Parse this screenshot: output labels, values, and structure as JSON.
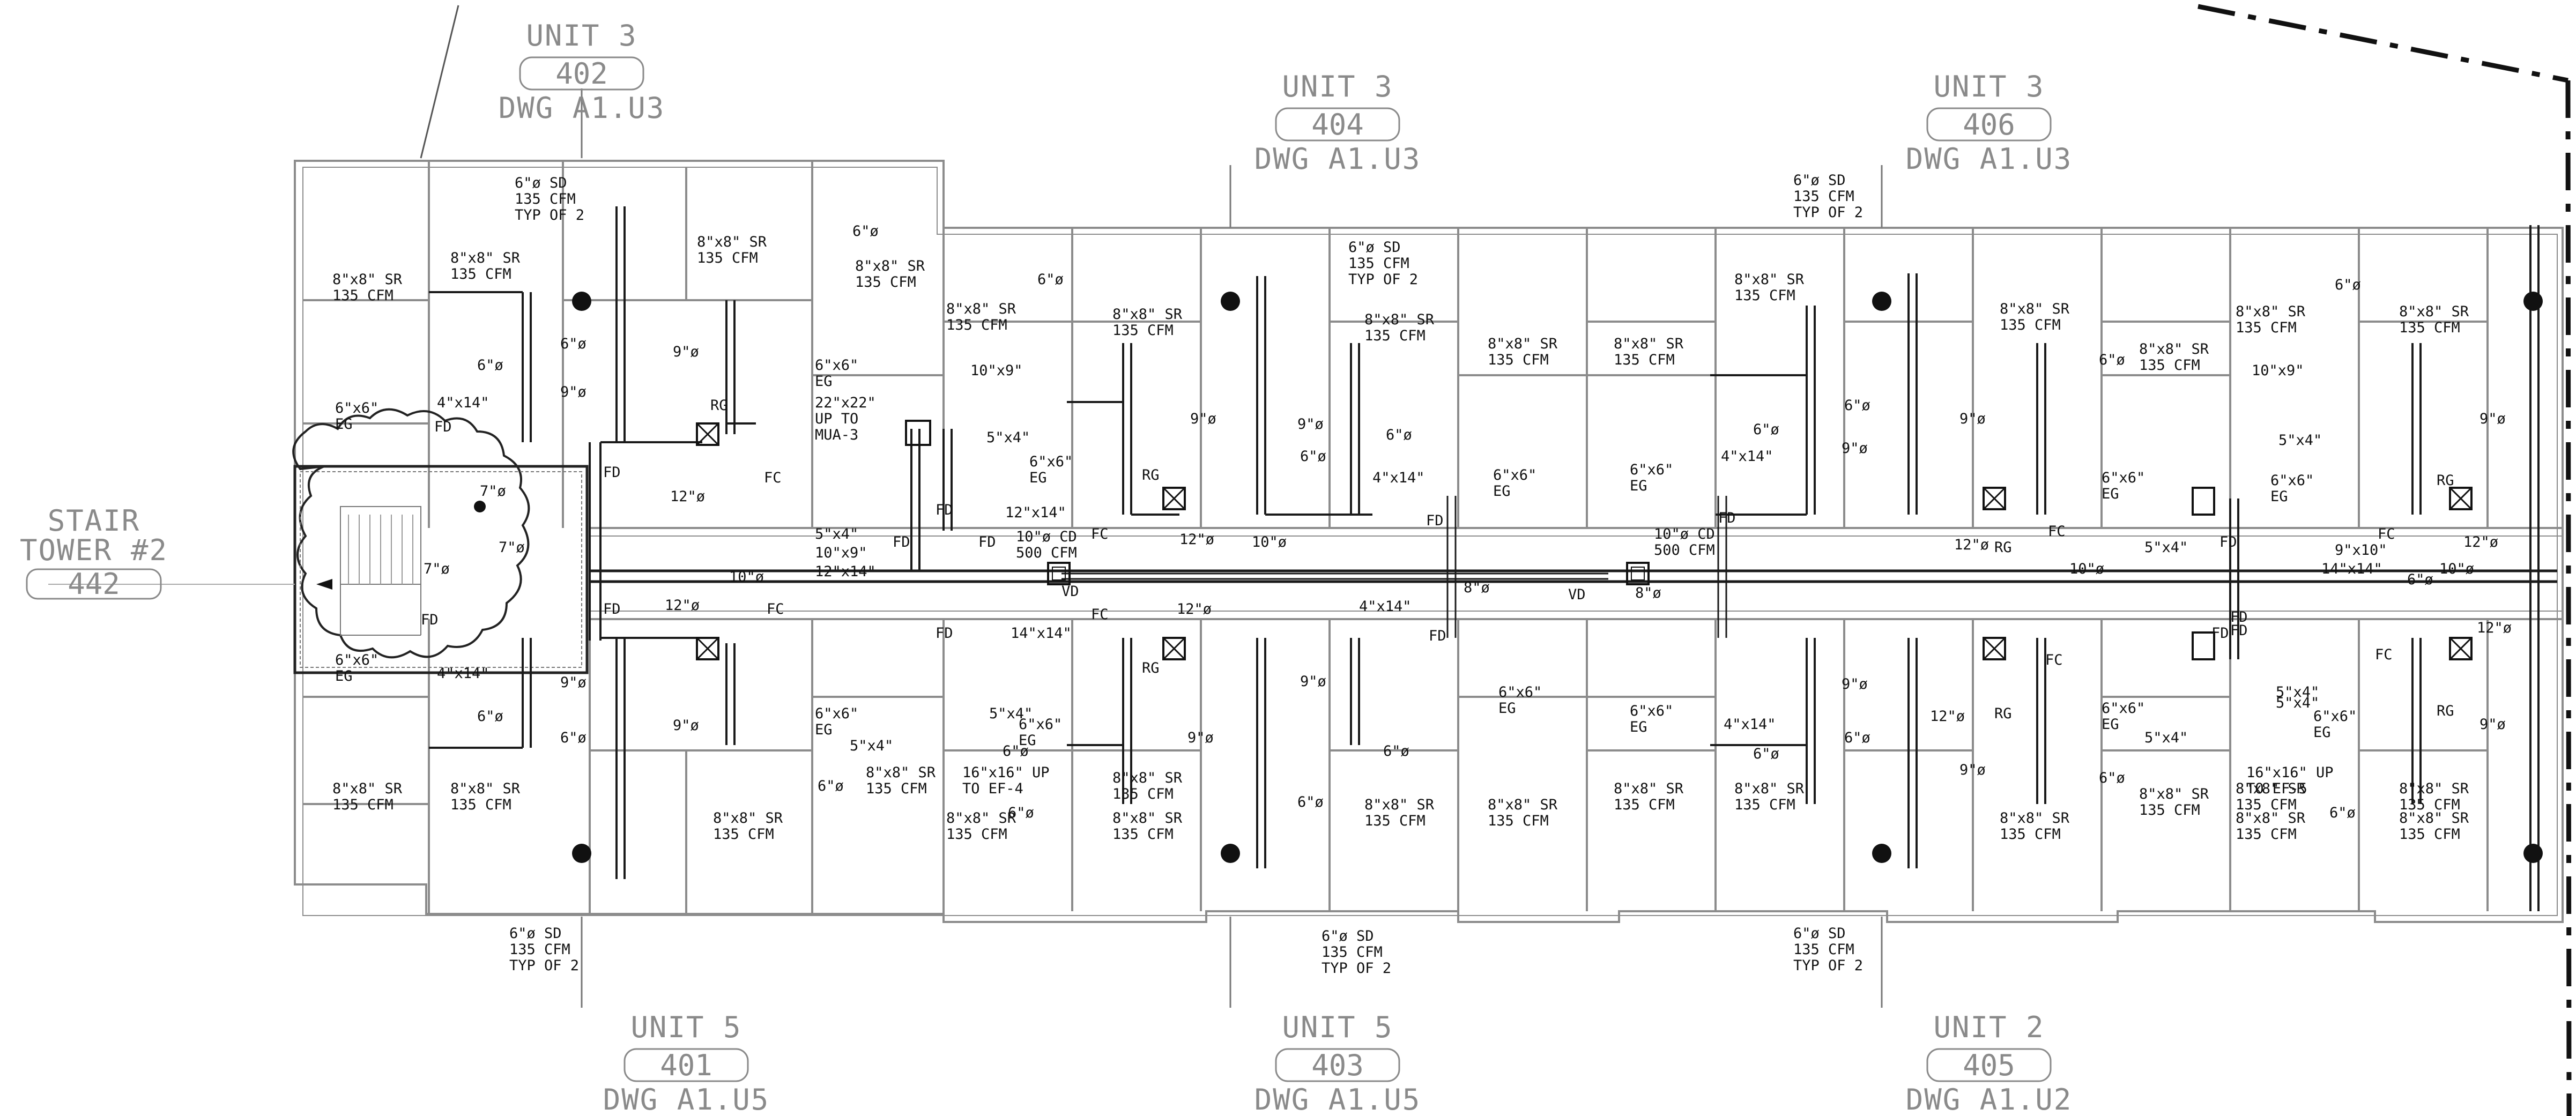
{
  "units": [
    {
      "key": "402",
      "title": "UNIT 3",
      "number": "402",
      "ref": "DWG A1.U3"
    },
    {
      "key": "404",
      "title": "UNIT 3",
      "number": "404",
      "ref": "DWG A1.U3"
    },
    {
      "key": "406",
      "title": "UNIT 3",
      "number": "406",
      "ref": "DWG A1.U3"
    },
    {
      "key": "401",
      "title": "UNIT 5",
      "number": "401",
      "ref": "DWG A1.U5"
    },
    {
      "key": "403",
      "title": "UNIT 5",
      "number": "403",
      "ref": "DWG A1.U5"
    },
    {
      "key": "405",
      "title": "UNIT 2",
      "number": "405",
      "ref": "DWG A1.U2"
    }
  ],
  "stair": {
    "title": "STAIR",
    "subtitle": "TOWER #2",
    "number": "442"
  },
  "notes": [
    {
      "id": "n01",
      "lines": [
        "6\"ø SD",
        "135 CFM",
        "TYP OF 2"
      ]
    },
    {
      "id": "n02",
      "lines": [
        "8\"x8\" SR",
        "135 CFM"
      ]
    },
    {
      "id": "n03",
      "lines": [
        "8\"x8\" SR",
        "135 CFM"
      ]
    },
    {
      "id": "n04",
      "lines": [
        "6\"ø"
      ]
    },
    {
      "id": "n05",
      "lines": [
        "6\"ø"
      ]
    },
    {
      "id": "n06",
      "lines": [
        "9\"ø"
      ]
    },
    {
      "id": "n07",
      "lines": [
        "6\"x6\"",
        "EG"
      ]
    },
    {
      "id": "n08",
      "lines": [
        "4\"x14\""
      ]
    },
    {
      "id": "n09",
      "lines": [
        "FD"
      ]
    },
    {
      "id": "n10",
      "lines": [
        "8\"x8\" SR",
        "135 CFM"
      ]
    },
    {
      "id": "n11",
      "lines": [
        "6\"ø"
      ]
    },
    {
      "id": "n12",
      "lines": [
        "8\"x8\" SR",
        "135 CFM"
      ]
    },
    {
      "id": "n13",
      "lines": [
        "9\"ø"
      ]
    },
    {
      "id": "n14",
      "lines": [
        "RG"
      ]
    },
    {
      "id": "n15",
      "lines": [
        "FC"
      ]
    },
    {
      "id": "n16",
      "lines": [
        "12\"ø"
      ]
    },
    {
      "id": "n17",
      "lines": [
        "7\"ø"
      ]
    },
    {
      "id": "n18",
      "lines": [
        "7\"ø"
      ]
    },
    {
      "id": "n19",
      "lines": [
        "7\"ø"
      ]
    },
    {
      "id": "n20",
      "lines": [
        "FD"
      ]
    },
    {
      "id": "n21",
      "lines": [
        "FD"
      ]
    },
    {
      "id": "n22",
      "lines": [
        "10\"ø"
      ]
    },
    {
      "id": "n23",
      "lines": [
        "FD"
      ]
    },
    {
      "id": "n24",
      "lines": [
        "6\"x6\"",
        "EG"
      ]
    },
    {
      "id": "n25",
      "lines": [
        "4\"x14\""
      ]
    },
    {
      "id": "n26",
      "lines": [
        "12\"ø"
      ]
    },
    {
      "id": "n27",
      "lines": [
        "FC"
      ]
    },
    {
      "id": "n28",
      "lines": [
        "9\"ø"
      ]
    },
    {
      "id": "n29",
      "lines": [
        "6\"ø"
      ]
    },
    {
      "id": "n30",
      "lines": [
        "6\"ø"
      ]
    },
    {
      "id": "n31",
      "lines": [
        "9\"ø"
      ]
    },
    {
      "id": "n32",
      "lines": [
        "8\"x8\" SR",
        "135 CFM"
      ]
    },
    {
      "id": "n33",
      "lines": [
        "8\"x8\" SR",
        "135 CFM"
      ]
    },
    {
      "id": "n34",
      "lines": [
        "8\"x8\" SR",
        "135 CFM"
      ]
    },
    {
      "id": "n35",
      "lines": [
        "6\"ø"
      ]
    },
    {
      "id": "n36",
      "lines": [
        "6\"ø SD",
        "135 CFM",
        "TYP OF 2"
      ]
    },
    {
      "id": "n37",
      "lines": [
        "8\"x8\" SR",
        "135 CFM"
      ]
    },
    {
      "id": "n38",
      "lines": [
        "6\"x6\"",
        "EG"
      ]
    },
    {
      "id": "n39",
      "lines": [
        "10\"x9\""
      ]
    },
    {
      "id": "n40",
      "lines": [
        "22\"x22\"",
        "UP TO",
        "MUA-3"
      ]
    },
    {
      "id": "n41",
      "lines": [
        "5\"x4\""
      ]
    },
    {
      "id": "n42",
      "lines": [
        "10\"x9\""
      ]
    },
    {
      "id": "n43",
      "lines": [
        "12\"x14\""
      ]
    },
    {
      "id": "n44",
      "lines": [
        "FD"
      ]
    },
    {
      "id": "n45",
      "lines": [
        "6\"ø"
      ]
    },
    {
      "id": "n46",
      "lines": [
        "5\"x4\""
      ]
    },
    {
      "id": "n47",
      "lines": [
        "6\"x6\"",
        "EG"
      ]
    },
    {
      "id": "n48",
      "lines": [
        "FD"
      ]
    },
    {
      "id": "n49",
      "lines": [
        "FD"
      ]
    },
    {
      "id": "n50",
      "lines": [
        "10\"ø CD",
        "500 CFM"
      ]
    },
    {
      "id": "n51",
      "lines": [
        "VD"
      ]
    },
    {
      "id": "n52",
      "lines": [
        "12\"x14\""
      ]
    },
    {
      "id": "n53",
      "lines": [
        "FD"
      ]
    },
    {
      "id": "n54",
      "lines": [
        "14\"x14\""
      ]
    },
    {
      "id": "n55",
      "lines": [
        "6\"x6\"",
        "EG"
      ]
    },
    {
      "id": "n56",
      "lines": [
        "5\"x4\""
      ]
    },
    {
      "id": "n57",
      "lines": [
        "6\"x6\"",
        "EG"
      ]
    },
    {
      "id": "n58",
      "lines": [
        "5\"x4\""
      ]
    },
    {
      "id": "n59",
      "lines": [
        "16\"x16\" UP",
        "TO EF-4"
      ]
    },
    {
      "id": "n60",
      "lines": [
        "8\"x8\" SR",
        "135 CFM"
      ]
    },
    {
      "id": "n61",
      "lines": [
        "6\"ø"
      ]
    },
    {
      "id": "n62",
      "lines": [
        "8\"x8\" SR",
        "135 CFM"
      ]
    },
    {
      "id": "n63",
      "lines": [
        "6\"ø"
      ]
    },
    {
      "id": "n64",
      "lines": [
        "8\"x8\" SR",
        "135 CFM"
      ]
    },
    {
      "id": "n65",
      "lines": [
        "6\"ø SD",
        "135 CFM",
        "TYP OF 2"
      ]
    },
    {
      "id": "n66",
      "lines": [
        "8\"x8\" SR",
        "135 CFM"
      ]
    },
    {
      "id": "n67",
      "lines": [
        "8\"x8\" SR",
        "135 CFM"
      ]
    },
    {
      "id": "n68",
      "lines": [
        "6\"ø"
      ]
    },
    {
      "id": "n69",
      "lines": [
        "9\"ø"
      ]
    },
    {
      "id": "n70",
      "lines": [
        "RG"
      ]
    },
    {
      "id": "n71",
      "lines": [
        "FC"
      ]
    },
    {
      "id": "n72",
      "lines": [
        "12\"ø"
      ]
    },
    {
      "id": "n73",
      "lines": [
        "10\"ø"
      ]
    },
    {
      "id": "n74",
      "lines": [
        "6\"ø"
      ]
    },
    {
      "id": "n75",
      "lines": [
        "9\"ø"
      ]
    },
    {
      "id": "n76",
      "lines": [
        "4\"x14\""
      ]
    },
    {
      "id": "n77",
      "lines": [
        "FD"
      ]
    },
    {
      "id": "n78",
      "lines": [
        "6\"x6\"",
        "EG"
      ]
    },
    {
      "id": "n79",
      "lines": [
        "8\"ø"
      ]
    },
    {
      "id": "n80",
      "lines": [
        "VD"
      ]
    },
    {
      "id": "n81",
      "lines": [
        "FC"
      ]
    },
    {
      "id": "n82",
      "lines": [
        "12\"ø"
      ]
    },
    {
      "id": "n83",
      "lines": [
        "RG"
      ]
    },
    {
      "id": "n84",
      "lines": [
        "9\"ø"
      ]
    },
    {
      "id": "n85",
      "lines": [
        "9\"ø"
      ]
    },
    {
      "id": "n86",
      "lines": [
        "4\"x14\""
      ]
    },
    {
      "id": "n87",
      "lines": [
        "FD"
      ]
    },
    {
      "id": "n88",
      "lines": [
        "6\"x6\"",
        "EG"
      ]
    },
    {
      "id": "n89",
      "lines": [
        "6\"ø"
      ]
    },
    {
      "id": "n90",
      "lines": [
        "6\"ø"
      ]
    },
    {
      "id": "n91",
      "lines": [
        "8\"x8\" SR",
        "135 CFM"
      ]
    },
    {
      "id": "n92",
      "lines": [
        "8\"x8\" SR",
        "135 CFM"
      ]
    },
    {
      "id": "n93",
      "lines": [
        "6\"ø SD",
        "135 CFM",
        "TYP OF 2"
      ]
    },
    {
      "id": "n94",
      "lines": [
        "8\"x8\" SR",
        "135 CFM"
      ]
    },
    {
      "id": "n95",
      "lines": [
        "8\"x8\" SR",
        "135 CFM"
      ]
    },
    {
      "id": "n96",
      "lines": [
        "6\"ø SD",
        "135 CFM",
        "TYP OF 2"
      ]
    },
    {
      "id": "n97",
      "lines": [
        "8\"x8\" SR",
        "135 CFM"
      ]
    },
    {
      "id": "n98",
      "lines": [
        "8\"x8\" SR",
        "135 CFM"
      ]
    },
    {
      "id": "n99",
      "lines": [
        "6\"ø"
      ]
    },
    {
      "id": "n100",
      "lines": [
        "6\"ø"
      ]
    },
    {
      "id": "n101",
      "lines": [
        "9\"ø"
      ]
    },
    {
      "id": "n102",
      "lines": [
        "10\"ø CD",
        "500 CFM"
      ]
    },
    {
      "id": "n103",
      "lines": [
        "6\"x6\"",
        "EG"
      ]
    },
    {
      "id": "n104",
      "lines": [
        "4\"x14\""
      ]
    },
    {
      "id": "n105",
      "lines": [
        "FD"
      ]
    },
    {
      "id": "n106",
      "lines": [
        "8\"ø"
      ]
    },
    {
      "id": "n107",
      "lines": [
        "6\"x6\"",
        "EG"
      ]
    },
    {
      "id": "n108",
      "lines": [
        "4\"x14\""
      ]
    },
    {
      "id": "n109",
      "lines": [
        "9\"ø"
      ]
    },
    {
      "id": "n110",
      "lines": [
        "6\"ø"
      ]
    },
    {
      "id": "n111",
      "lines": [
        "6\"ø"
      ]
    },
    {
      "id": "n112",
      "lines": [
        "8\"x8\" SR",
        "135 CFM"
      ]
    },
    {
      "id": "n113",
      "lines": [
        "8\"x8\" SR",
        "135 CFM"
      ]
    },
    {
      "id": "n114",
      "lines": [
        "6\"ø SD",
        "135 CFM",
        "TYP OF 2"
      ]
    },
    {
      "id": "n115",
      "lines": [
        "RG"
      ]
    },
    {
      "id": "n116",
      "lines": [
        "FC"
      ]
    },
    {
      "id": "n117",
      "lines": [
        "12\"ø"
      ]
    },
    {
      "id": "n118",
      "lines": [
        "10\"ø"
      ]
    },
    {
      "id": "n119",
      "lines": [
        "12\"ø"
      ]
    },
    {
      "id": "n120",
      "lines": [
        "RG"
      ]
    },
    {
      "id": "n121",
      "lines": [
        "FC"
      ]
    },
    {
      "id": "n122",
      "lines": [
        "8\"x8\" SR",
        "135 CFM"
      ]
    },
    {
      "id": "n123",
      "lines": [
        "6\"ø"
      ]
    },
    {
      "id": "n124",
      "lines": [
        "8\"x8\" SR",
        "135 CFM"
      ]
    },
    {
      "id": "n125",
      "lines": [
        "9\"ø"
      ]
    },
    {
      "id": "n126",
      "lines": [
        "6\"ø"
      ]
    },
    {
      "id": "n127",
      "lines": [
        "8\"x8\" SR",
        "135 CFM"
      ]
    },
    {
      "id": "n128",
      "lines": [
        "9\"ø"
      ]
    },
    {
      "id": "n129",
      "lines": [
        "8\"x8\" SR",
        "135 CFM"
      ]
    },
    {
      "id": "n130",
      "lines": [
        "8\"x8\" SR",
        "135 CFM"
      ]
    },
    {
      "id": "n131",
      "lines": [
        "10\"x9\""
      ]
    },
    {
      "id": "n132",
      "lines": [
        "6\"ø"
      ]
    },
    {
      "id": "n133",
      "lines": [
        "8\"x8\" SR",
        "135 CFM"
      ]
    },
    {
      "id": "n134",
      "lines": [
        "5\"x4\""
      ]
    },
    {
      "id": "n135",
      "lines": [
        "6\"x6\"",
        "EG"
      ]
    },
    {
      "id": "n136",
      "lines": [
        "6\"x6\"",
        "EG"
      ]
    },
    {
      "id": "n137",
      "lines": [
        "FD"
      ]
    },
    {
      "id": "n138",
      "lines": [
        "5\"x4\""
      ]
    },
    {
      "id": "n139",
      "lines": [
        "9\"x10\""
      ]
    },
    {
      "id": "n140",
      "lines": [
        "14\"x14\""
      ]
    },
    {
      "id": "n141",
      "lines": [
        "FD"
      ]
    },
    {
      "id": "n142",
      "lines": [
        "FD"
      ]
    },
    {
      "id": "n143",
      "lines": [
        "6\"x6\"",
        "EG"
      ]
    },
    {
      "id": "n144",
      "lines": [
        "5\"x4\""
      ]
    },
    {
      "id": "n145",
      "lines": [
        "6\"x6\"",
        "EG"
      ]
    },
    {
      "id": "n146",
      "lines": [
        "5\"x4\""
      ]
    },
    {
      "id": "n147",
      "lines": [
        "16\"x16\" UP",
        "TO EF-5"
      ]
    },
    {
      "id": "n148",
      "lines": [
        "8\"x8\" SR",
        "135 CFM"
      ]
    },
    {
      "id": "n149",
      "lines": [
        "6\"ø"
      ]
    },
    {
      "id": "n150",
      "lines": [
        "8\"x8\" SR",
        "135 CFM"
      ]
    },
    {
      "id": "n151",
      "lines": [
        "6\"ø"
      ]
    },
    {
      "id": "n152",
      "lines": [
        "RG"
      ]
    },
    {
      "id": "n153",
      "lines": [
        "FC"
      ]
    },
    {
      "id": "n154",
      "lines": [
        "12\"ø"
      ]
    },
    {
      "id": "n155",
      "lines": [
        "10\"ø"
      ]
    },
    {
      "id": "n156",
      "lines": [
        "RG"
      ]
    },
    {
      "id": "n157",
      "lines": [
        "FC"
      ]
    },
    {
      "id": "n158",
      "lines": [
        "12\"ø"
      ]
    },
    {
      "id": "n159",
      "lines": [
        "9\"ø"
      ]
    },
    {
      "id": "n160",
      "lines": [
        "8\"x8\" SR",
        "135 CFM"
      ]
    },
    {
      "id": "n161",
      "lines": [
        "9\"ø"
      ]
    },
    {
      "id": "n162",
      "lines": [
        "8\"x8\" SR",
        "135 CFM"
      ]
    },
    {
      "id": "n163",
      "lines": [
        "5\"x4\""
      ]
    },
    {
      "id": "n164",
      "lines": [
        "FD"
      ]
    }
  ]
}
